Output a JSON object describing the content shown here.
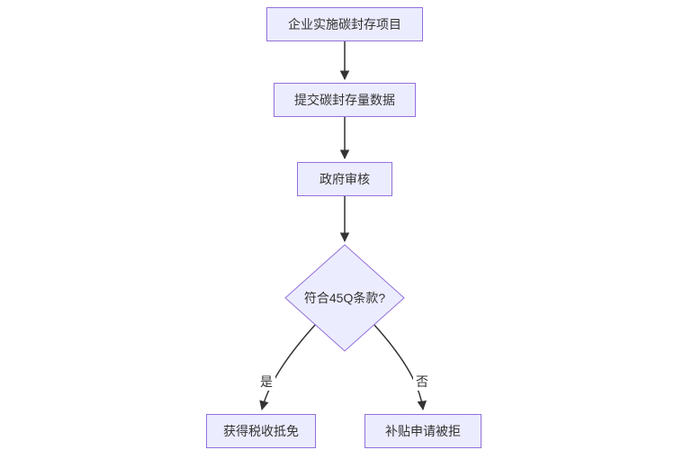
{
  "diagram": {
    "type": "flowchart",
    "direction": "top-down",
    "nodes": {
      "start": {
        "label": "企业实施碳封存项目",
        "shape": "rect"
      },
      "submit": {
        "label": "提交碳封存量数据",
        "shape": "rect"
      },
      "review": {
        "label": "政府审核",
        "shape": "rect"
      },
      "decision": {
        "label": "符合45Q条款?",
        "shape": "diamond"
      },
      "approved": {
        "label": "获得税收抵免",
        "shape": "rect"
      },
      "rejected": {
        "label": "补贴申请被拒",
        "shape": "rect"
      }
    },
    "edges": [
      {
        "from": "start",
        "to": "submit",
        "label": ""
      },
      {
        "from": "submit",
        "to": "review",
        "label": ""
      },
      {
        "from": "review",
        "to": "decision",
        "label": ""
      },
      {
        "from": "decision",
        "to": "approved",
        "label": "是"
      },
      {
        "from": "decision",
        "to": "rejected",
        "label": "否"
      }
    ],
    "edge_labels": {
      "yes": "是",
      "no": "否"
    },
    "colors": {
      "node_fill": "#ECECFF",
      "node_border": "#9370DB",
      "edge": "#333333",
      "text": "#333333",
      "background": "#FFFFFF"
    }
  }
}
